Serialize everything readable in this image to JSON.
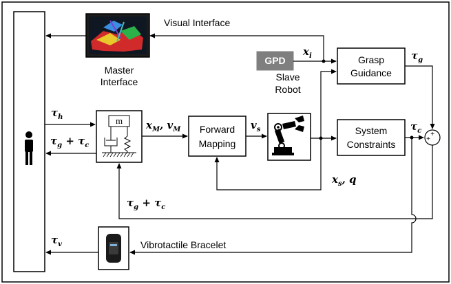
{
  "blocks": {
    "visual_interface": "Visual Interface",
    "gpd": "GPD",
    "grasp_guidance_1": "Grasp",
    "grasp_guidance_2": "Guidance",
    "master_interface_1": "Master",
    "master_interface_2": "Interface",
    "master_mass": "m",
    "slave_robot_1": "Slave",
    "slave_robot_2": "Robot",
    "forward_mapping_1": "Forward",
    "forward_mapping_2": "Mapping",
    "system_constraints_1": "System",
    "system_constraints_2": "Constraints",
    "vibrotactile_bracelet": "Vibrotactile Bracelet"
  },
  "signals": {
    "x_i": "x",
    "x_i_sub": "i",
    "tau_g": "τ",
    "tau_g_sub": "g",
    "tau_h": "τ",
    "tau_h_sub": "h",
    "tau_g_plus_tau_c_left": "τ",
    "tau_g_plus_tau_c_left_sub1": "g",
    "tau_g_plus_tau_c_left_plus": " + ",
    "tau_g_plus_tau_c_left_tau": "τ",
    "tau_g_plus_tau_c_left_sub2": "c",
    "x_M_v_M": "x",
    "x_M_sub": "M",
    "x_M_comma": ", ",
    "v_M": "v",
    "v_M_sub": "M",
    "v_s": "v",
    "v_s_sub": "s",
    "tau_c": "τ",
    "tau_c_sub": "c",
    "x_s_q": "x",
    "x_s_sub": "s",
    "x_s_comma": ", ",
    "q": "q",
    "tau_g_plus_tau_c_bottom": "τ",
    "tau_g_plus_tau_c_bottom_sub1": "g",
    "tau_g_plus_tau_c_bottom_plus": " + ",
    "tau_g_plus_tau_c_bottom_tau": "τ",
    "tau_g_plus_tau_c_bottom_sub2": "c",
    "tau_v": "τ",
    "tau_v_sub": "v"
  },
  "summing_junction": {
    "plus_top": "+",
    "plus_left": "+"
  },
  "icons": {
    "human": "person-icon",
    "robot": "robot-arm-icon",
    "bracelet": "bracelet-icon",
    "visual": "point-cloud-image"
  },
  "colors": {
    "line": "#000000",
    "gpd_fill": "#7f7f7f",
    "border": "#000000"
  }
}
